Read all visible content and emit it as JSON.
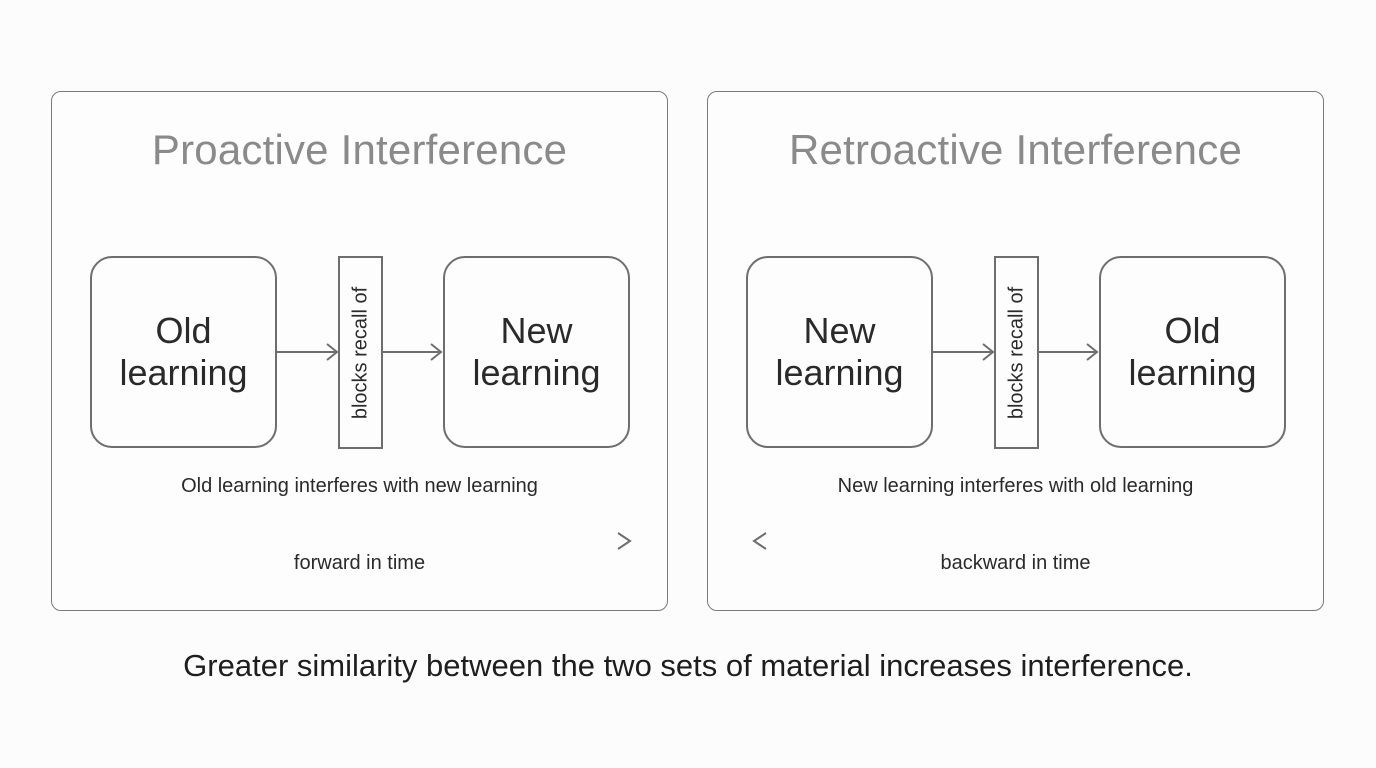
{
  "panels": [
    {
      "title": "Proactive Interference",
      "box_a": "Old learning",
      "blocker": "blocks recall of",
      "box_b": "New learning",
      "caption": "Old learning interferes with new learning",
      "time_label": "forward in time",
      "time_direction": "forward"
    },
    {
      "title": "Retroactive Interference",
      "box_a": "New learning",
      "blocker": "blocks recall of",
      "box_b": "Old learning",
      "caption": "New learning interferes with old learning",
      "time_label": "backward in time",
      "time_direction": "backward"
    }
  ],
  "footer": "Greater similarity between the two sets of material increases interference.",
  "colors": {
    "stroke": "#6e6e6e",
    "title": "#8a8a8a",
    "text": "#2a2a2a"
  }
}
